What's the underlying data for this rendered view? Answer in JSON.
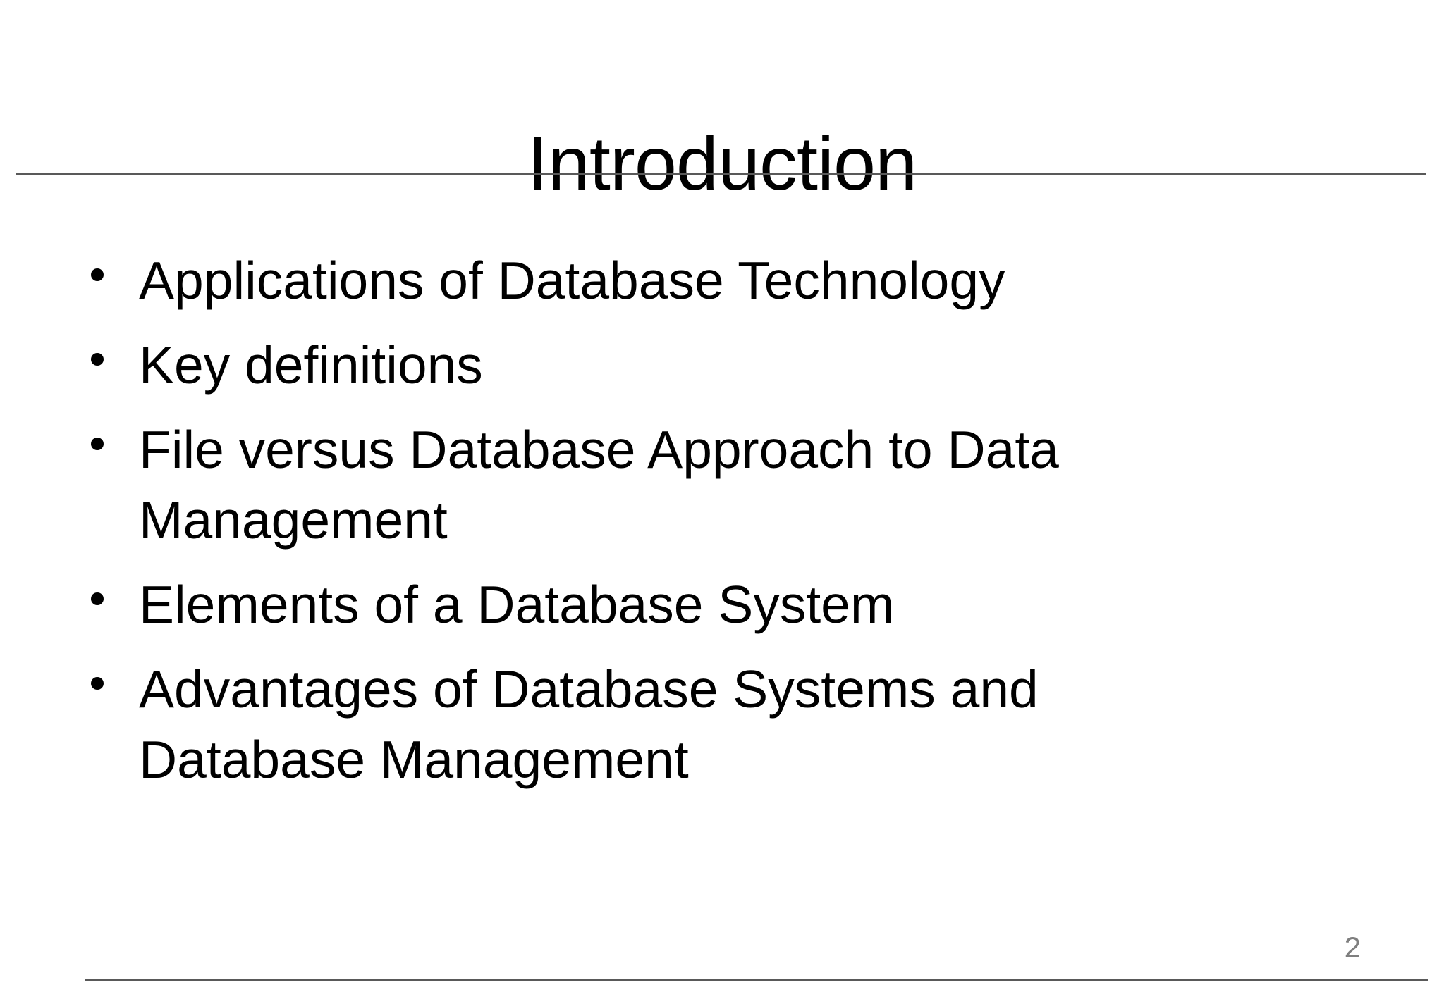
{
  "slide": {
    "title": "Introduction",
    "bullets": [
      "Applications of Database Technology",
      "Key definitions",
      "File versus Database Approach to Data Management",
      "Elements of a Database System",
      "Advantages of Database Systems and Database Management"
    ],
    "page_number": "2",
    "colors": {
      "text": "#000000",
      "rule": "#595959",
      "page_number": "#7f7f7f"
    }
  }
}
